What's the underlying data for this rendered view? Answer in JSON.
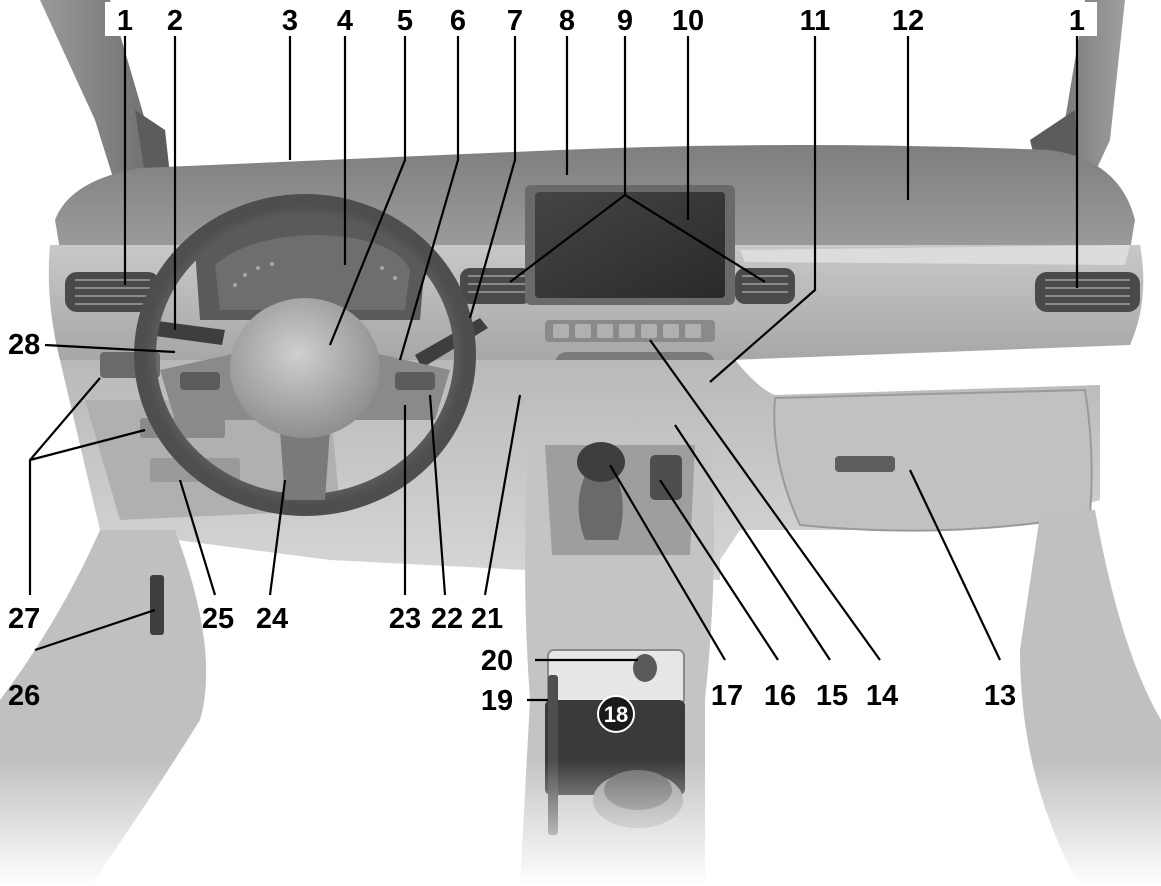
{
  "image_kind": "vehicle dashboard component diagram",
  "callouts": {
    "top": [
      "1",
      "2",
      "3",
      "4",
      "5",
      "6",
      "7",
      "8",
      "9",
      "10",
      "11",
      "12",
      "1"
    ],
    "left": [
      "28",
      "27"
    ],
    "bottom": [
      "26",
      "25",
      "24",
      "23",
      "22",
      "21",
      "20",
      "19",
      "18",
      "17",
      "16",
      "15",
      "14",
      "13"
    ]
  },
  "colors": {
    "background": "#ffffff",
    "dashboard_top": "#8a8a8a",
    "dashboard_face": "#b5b5b5",
    "trim_light": "#d9d9d9",
    "plastic_dark": "#5a5a5a",
    "screen": "#3a3a3a",
    "callout_text": "#000000",
    "circled_badge": "#1a1a1a"
  }
}
